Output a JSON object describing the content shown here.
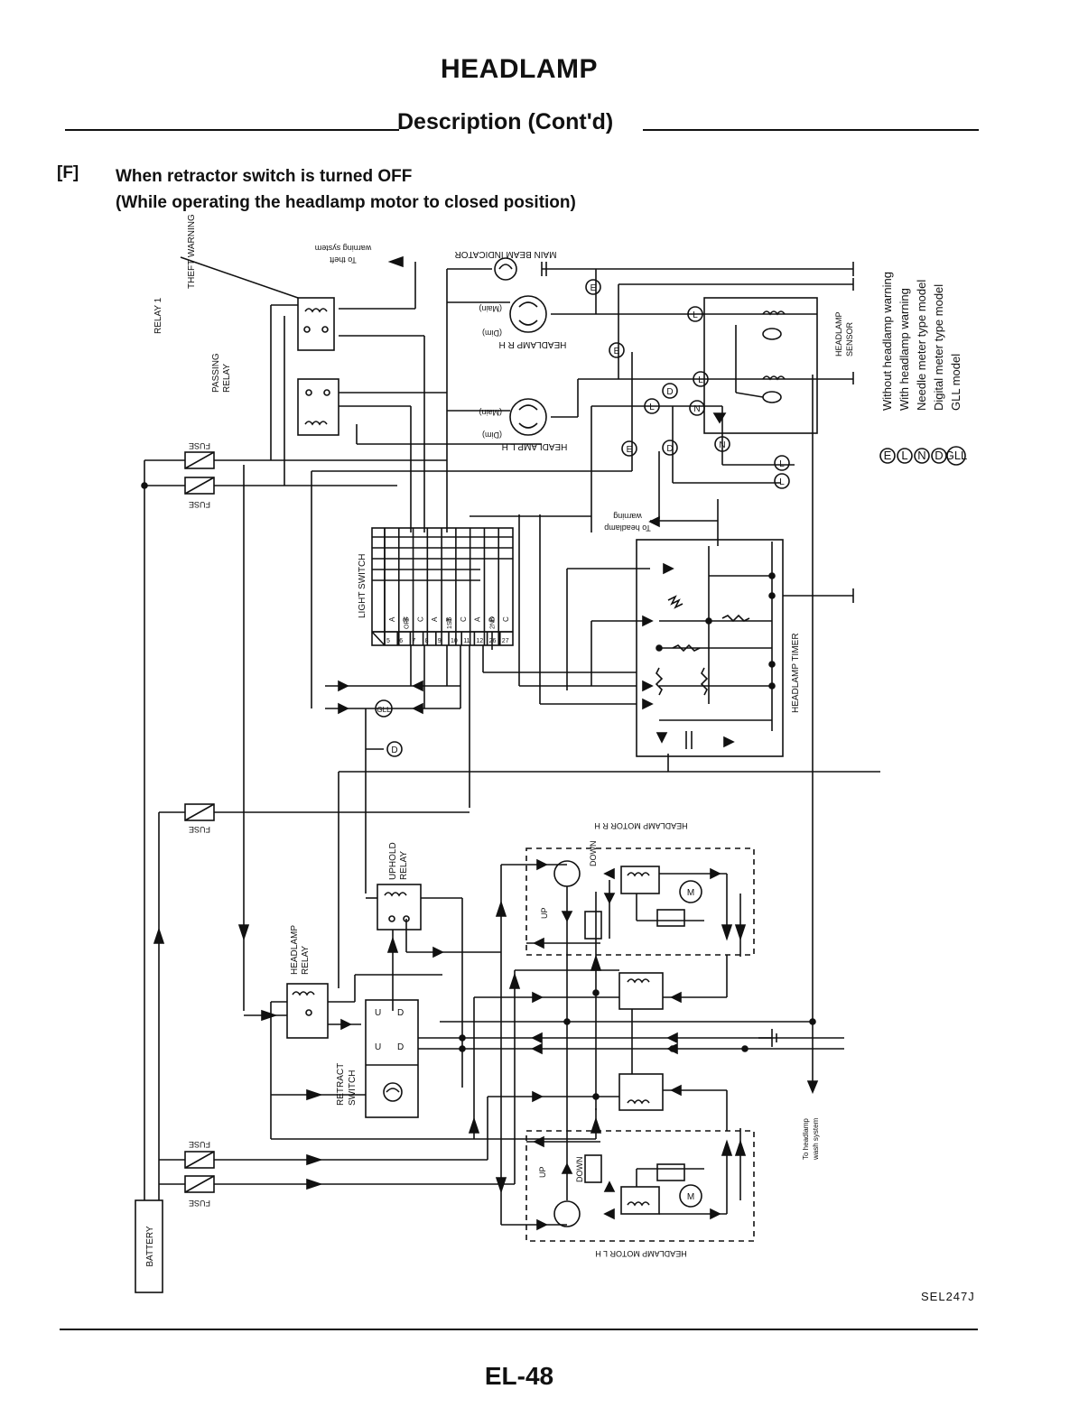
{
  "page": {
    "title": "HEADLAMP",
    "section": "Description (Cont'd)",
    "step_key": "[F]",
    "step_line1": "When retractor switch is turned OFF",
    "step_line2": "(While operating the headlamp motor to closed position)",
    "diagram_code": "SEL247J",
    "page_number": "EL-48"
  },
  "labels": {
    "theft_relay": "THEFT WARNING",
    "theft_relay2": "RELAY 1",
    "passing_relay": "PASSING",
    "passing_relay2": "RELAY",
    "fuse": "FUSE",
    "to_theft": "To theft",
    "to_theft2": "warning system",
    "main_beam": "MAIN BEAM INDICATOR",
    "headlamp_rh": "HEADLAMP R H",
    "headlamp_lh": "HEADLAMP L H",
    "main": "(Main)",
    "dim": "(Dim)",
    "sensor": "HEADLAMP",
    "sensor2": "SENSOR",
    "to_warning": "To headlamp",
    "to_warning2": "warning",
    "light_switch": "LIGHT SWITCH",
    "timer": "HEADLAMP TIMER",
    "motor_rh": "HEADLAMP MOTOR R H",
    "motor_lh": "HEADLAMP MOTOR L H",
    "uphold": "UPHOLD",
    "uphold2": "RELAY",
    "hl_relay": "HEADLAMP",
    "hl_relay2": "RELAY",
    "retract": "RETRACT",
    "retract2": "SWITCH",
    "battery": "BATTERY",
    "wash": "To headlamp",
    "wash2": "wash system",
    "up": "UP",
    "down": "DOWN",
    "u": "U",
    "d": "D"
  },
  "switch_table": {
    "groups": [
      "OFF",
      "1ST",
      "2ND"
    ],
    "cols": [
      "A",
      "B",
      "C",
      "A",
      "B",
      "C",
      "A",
      "B",
      "C"
    ],
    "rows": [
      "5",
      "6",
      "7",
      "8",
      "9",
      "10",
      "11",
      "12",
      "26",
      "27"
    ]
  },
  "legend": [
    {
      "sym": "E",
      "text": "Without headlamp warning"
    },
    {
      "sym": "L",
      "text": "With headlamp warning"
    },
    {
      "sym": "N",
      "text": "Needle meter type model"
    },
    {
      "sym": "D",
      "text": "Digital meter type model"
    },
    {
      "sym": "GLL",
      "text": "GLL model"
    }
  ]
}
